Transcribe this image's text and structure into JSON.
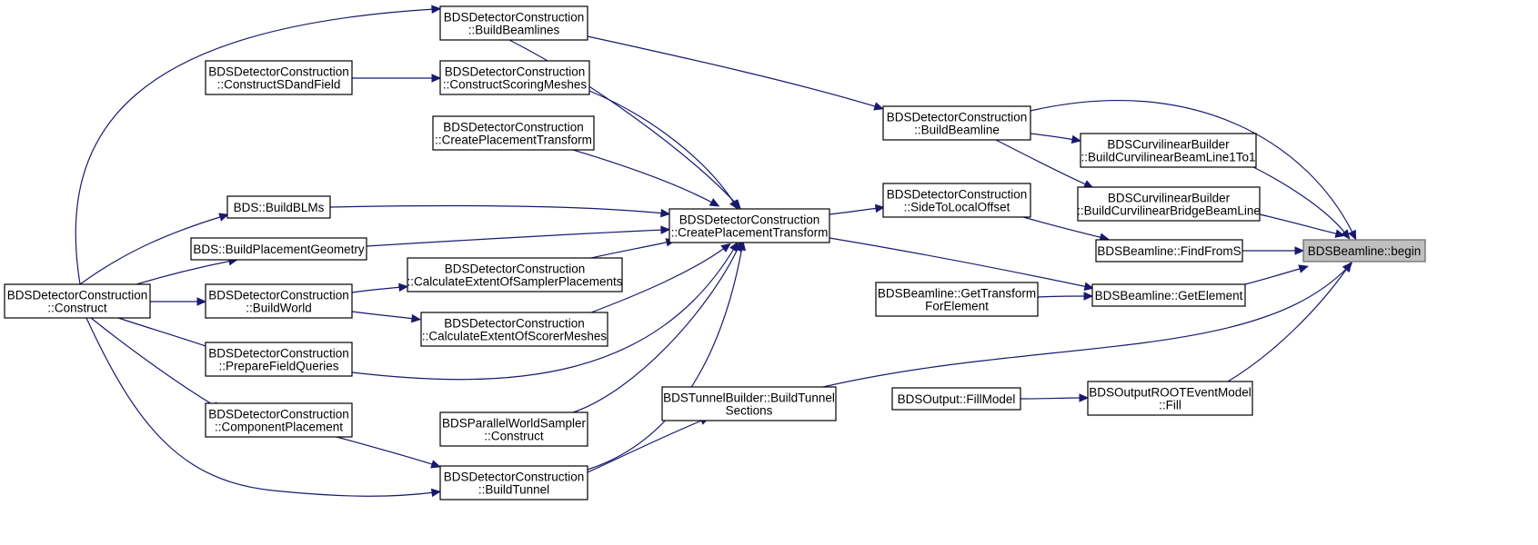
{
  "diagram": {
    "root": "begin",
    "colors": {
      "edge": "#191970",
      "node_border": "#000000",
      "root_fill": "#bfbfbf",
      "root_border": "#666666",
      "background": "#ffffff"
    },
    "nodes": [
      {
        "id": "begin",
        "lines": [
          "BDSBeamline::begin"
        ]
      },
      {
        "id": "buildBeamline",
        "lines": [
          "BDSDetectorConstruction",
          "::BuildBeamline"
        ]
      },
      {
        "id": "curv1to1",
        "lines": [
          "BDSCurvilinearBuilder",
          "::BuildCurvilinearBeamLine1To1"
        ]
      },
      {
        "id": "curvBridge",
        "lines": [
          "BDSCurvilinearBuilder",
          "::BuildCurvilinearBridgeBeamLine"
        ]
      },
      {
        "id": "findFromS",
        "lines": [
          "BDSBeamline::FindFromS"
        ]
      },
      {
        "id": "getElement",
        "lines": [
          "BDSBeamline::GetElement"
        ]
      },
      {
        "id": "tunnelSections",
        "lines": [
          "BDSTunnelBuilder::BuildTunnel",
          "Sections"
        ]
      },
      {
        "id": "outFill",
        "lines": [
          "BDSOutputROOTEventModel",
          "::Fill"
        ]
      },
      {
        "id": "buildBeamlines",
        "lines": [
          "BDSDetectorConstruction",
          "::BuildBeamlines"
        ]
      },
      {
        "id": "sideToLocal",
        "lines": [
          "BDSDetectorConstruction",
          "::SideToLocalOffset"
        ]
      },
      {
        "id": "getTransform",
        "lines": [
          "BDSBeamline::GetTransform",
          "ForElement"
        ]
      },
      {
        "id": "fillModel",
        "lines": [
          "BDSOutput::FillModel"
        ]
      },
      {
        "id": "createPT",
        "lines": [
          "BDSDetectorConstruction",
          "::CreatePlacementTransform"
        ]
      },
      {
        "id": "construct",
        "lines": [
          "BDSDetectorConstruction",
          "::Construct"
        ]
      },
      {
        "id": "constructScoring",
        "lines": [
          "BDSDetectorConstruction",
          "::ConstructScoringMeshes"
        ]
      },
      {
        "id": "createPT2",
        "lines": [
          "BDSDetectorConstruction",
          "::CreatePlacementTransform"
        ]
      },
      {
        "id": "buildBLMs",
        "lines": [
          "BDS::BuildBLMs"
        ]
      },
      {
        "id": "buildPlacementGeom",
        "lines": [
          "BDS::BuildPlacementGeometry"
        ]
      },
      {
        "id": "calcSampler",
        "lines": [
          "BDSDetectorConstruction",
          "::CalculateExtentOfSamplerPlacements"
        ]
      },
      {
        "id": "calcScorer",
        "lines": [
          "BDSDetectorConstruction",
          "::CalculateExtentOfScorerMeshes"
        ]
      },
      {
        "id": "parallelSampler",
        "lines": [
          "BDSParallelWorldSampler",
          "::Construct"
        ]
      },
      {
        "id": "buildTunnel",
        "lines": [
          "BDSDetectorConstruction",
          "::BuildTunnel"
        ]
      },
      {
        "id": "constructSDField",
        "lines": [
          "BDSDetectorConstruction",
          "::ConstructSDandField"
        ]
      },
      {
        "id": "buildWorld",
        "lines": [
          "BDSDetectorConstruction",
          "::BuildWorld"
        ]
      },
      {
        "id": "prepareField",
        "lines": [
          "BDSDetectorConstruction",
          "::PrepareFieldQueries"
        ]
      },
      {
        "id": "componentPlacement",
        "lines": [
          "BDSDetectorConstruction",
          "::ComponentPlacement"
        ]
      }
    ],
    "edges": [
      {
        "from": "buildBeamline",
        "to": "begin"
      },
      {
        "from": "curv1to1",
        "to": "begin"
      },
      {
        "from": "curvBridge",
        "to": "begin"
      },
      {
        "from": "findFromS",
        "to": "begin"
      },
      {
        "from": "getElement",
        "to": "begin"
      },
      {
        "from": "tunnelSections",
        "to": "begin"
      },
      {
        "from": "outFill",
        "to": "begin"
      },
      {
        "from": "buildBeamlines",
        "to": "buildBeamline"
      },
      {
        "from": "buildBeamline",
        "to": "curv1to1"
      },
      {
        "from": "buildBeamline",
        "to": "curvBridge"
      },
      {
        "from": "sideToLocal",
        "to": "findFromS"
      },
      {
        "from": "createPT",
        "to": "getElement"
      },
      {
        "from": "getTransform",
        "to": "getElement"
      },
      {
        "from": "buildTunnel",
        "to": "tunnelSections"
      },
      {
        "from": "fillModel",
        "to": "outFill"
      },
      {
        "from": "createPT",
        "to": "sideToLocal"
      },
      {
        "from": "construct",
        "to": "buildBeamlines"
      },
      {
        "from": "buildBeamlines",
        "to": "createPT"
      },
      {
        "from": "constructScoring",
        "to": "createPT"
      },
      {
        "from": "createPT2",
        "to": "createPT"
      },
      {
        "from": "buildBLMs",
        "to": "createPT"
      },
      {
        "from": "buildPlacementGeom",
        "to": "createPT"
      },
      {
        "from": "calcSampler",
        "to": "createPT"
      },
      {
        "from": "calcScorer",
        "to": "createPT"
      },
      {
        "from": "prepareField",
        "to": "createPT"
      },
      {
        "from": "parallelSampler",
        "to": "createPT"
      },
      {
        "from": "buildTunnel",
        "to": "createPT"
      },
      {
        "from": "constructSDField",
        "to": "constructScoring"
      },
      {
        "from": "construct",
        "to": "buildBLMs"
      },
      {
        "from": "construct",
        "to": "buildPlacementGeom"
      },
      {
        "from": "buildWorld",
        "to": "calcSampler"
      },
      {
        "from": "buildWorld",
        "to": "calcScorer"
      },
      {
        "from": "construct",
        "to": "buildWorld"
      },
      {
        "from": "construct",
        "to": "prepareField"
      },
      {
        "from": "construct",
        "to": "componentPlacement"
      },
      {
        "from": "construct",
        "to": "buildTunnel"
      },
      {
        "from": "componentPlacement",
        "to": "buildTunnel"
      }
    ]
  }
}
